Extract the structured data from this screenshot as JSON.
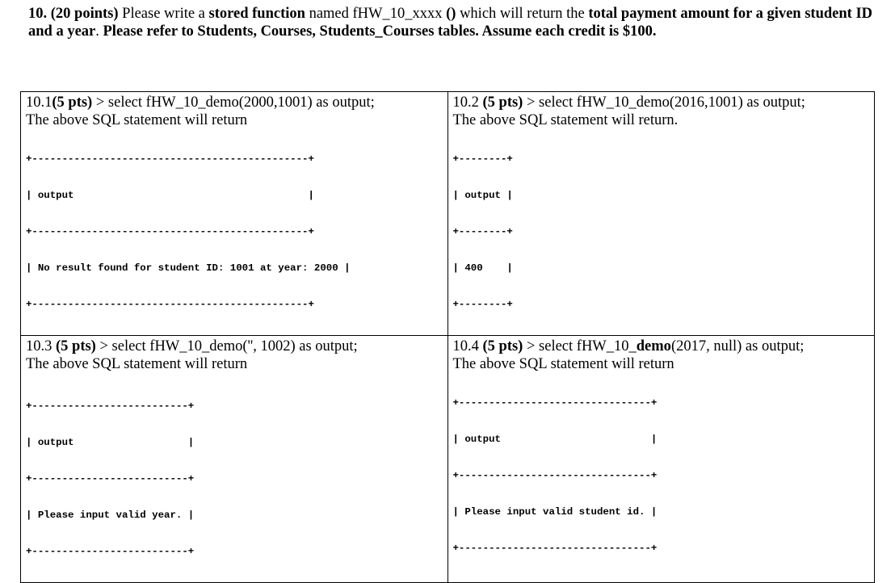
{
  "question": {
    "number": "10.",
    "points": "(20 points)",
    "t1": " Please write a ",
    "t2": "stored function",
    "t3": " named fHW_10_xxxx ",
    "t4": "()",
    "t5": " which will return the ",
    "t6": "total payment amount for a given student ID and a year",
    "t7": ". ",
    "t8": "Please refer to Students, Courses, Students_Courses tables. Assume each credit is $100."
  },
  "cells": [
    {
      "num": "10.1",
      "pts": "(5 pts)",
      "sql": "  > select fHW_10_demo(2000,1001) as output;",
      "sql_before_bold": "",
      "sql_bold": "",
      "sql_after_bold": "",
      "note": "The above SQL statement will return",
      "output": [
        "+----------------------------------------------+",
        "| output                                       |",
        "+----------------------------------------------+",
        "| No result found for student ID: 1001 at year: 2000 |",
        "+----------------------------------------------+"
      ]
    },
    {
      "num": "10.2",
      "pts": "(5 pts)",
      "sql": "  > select fHW_10_demo(2016,1001) as output;",
      "note": "The above SQL statement will return.",
      "output": [
        "+--------+",
        "| output |",
        "+--------+",
        "| 400    |",
        "+--------+"
      ]
    },
    {
      "num": "10.3",
      "pts": "(5 pts)",
      "sql": "  > select fHW_10_demo('', 1002) as output;",
      "note": "The above SQL statement will return",
      "output": [
        "+--------------------------+",
        "| output                   |",
        "+--------------------------+",
        "| Please input valid year. |",
        "+--------------------------+"
      ]
    },
    {
      "num": "10.4",
      "pts": "(5 pts)",
      "sql_pre": "  > select fHW_10_",
      "sql_bold": "demo",
      "sql_post": "(2017, null) as output;",
      "note": "The above SQL statement will return",
      "output": [
        "+--------------------------------+",
        "| output                         |",
        "+--------------------------------+",
        "| Please input valid student id. |",
        "+--------------------------------+"
      ]
    }
  ]
}
